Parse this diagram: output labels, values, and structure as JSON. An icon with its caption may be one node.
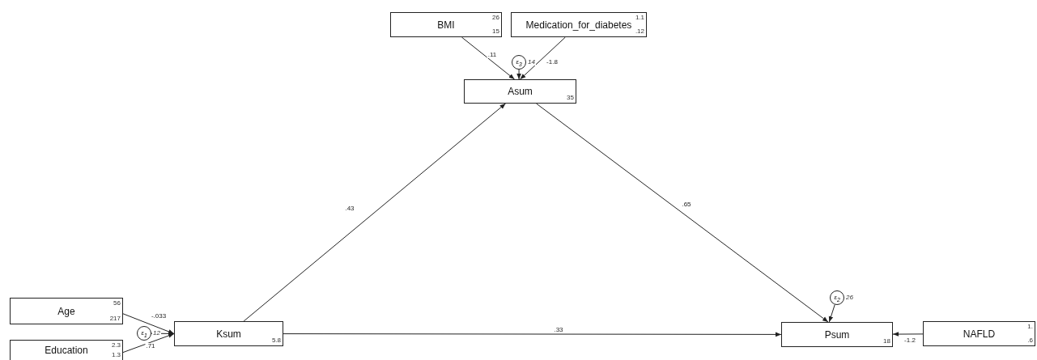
{
  "diagram": {
    "nodes": [
      {
        "text": [
          "BMI",
          "26",
          "15"
        ]
      },
      {
        "text": [
          "Medication_for_diabetes",
          "1.1",
          ".12"
        ]
      },
      {
        "text": [
          "ε$_{3}$"
        ],
        "beside": [
          "14"
        ]
      },
      {
        "text": [
          "Asum",
          "35"
        ]
      },
      {
        "text": [
          "Age",
          "56",
          "217"
        ]
      },
      {
        "text": [
          "Education",
          "2.3",
          "1.3"
        ]
      },
      {
        "text": [
          "ε$_{1}$"
        ],
        "beside": [
          "12"
        ]
      },
      {
        "text": [
          "Ksum",
          "5.8"
        ]
      },
      {
        "text": [
          "ε$_{2}$"
        ],
        "beside": [
          "26"
        ]
      },
      {
        "text": [
          "Psum",
          "18"
        ]
      },
      {
        "text": [
          "NAFLD",
          "1.",
          ".6"
        ]
      }
    ],
    "edges": [
      {
        "from": 0,
        "to": 3,
        "arrow": "to",
        "label": ".11"
      },
      {
        "from": 1,
        "to": 3,
        "arrow": "to",
        "label": "-1.8"
      },
      {
        "from": 2,
        "to": 3,
        "arrow": "to"
      },
      {
        "from": 4,
        "to": 7,
        "arrow": "to",
        "label": "-.033"
      },
      {
        "from": 5,
        "to": 7,
        "arrow": "to",
        "label": ".71"
      },
      {
        "from": 6,
        "to": 7,
        "arrow": "to"
      },
      {
        "from": 7,
        "to": 3,
        "arrow": "to",
        "label": ".43"
      },
      {
        "from": 3,
        "to": 9,
        "arrow": "to",
        "label": ".65"
      },
      {
        "from": 7,
        "to": 9,
        "arrow": "to",
        "label": ".33"
      },
      {
        "from": 8,
        "to": 9,
        "arrow": "to"
      },
      {
        "from": 10,
        "to": 9,
        "arrow": "to",
        "label": "-1.2"
      }
    ]
  }
}
